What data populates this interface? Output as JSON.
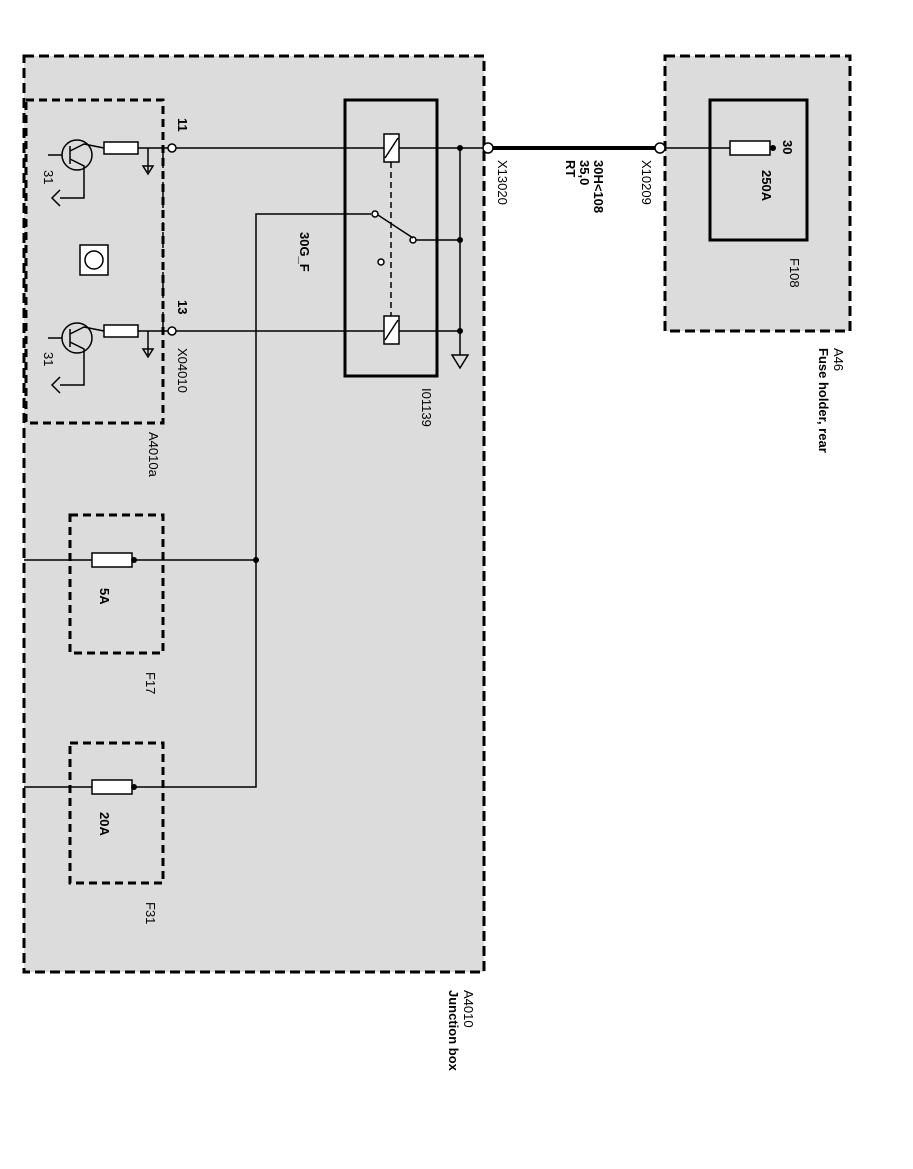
{
  "junction_box": {
    "id": "A4010",
    "name": "Junction box"
  },
  "fuse_holder": {
    "id": "A46",
    "name": "Fuse holder, rear"
  },
  "fuse_f108": {
    "id": "F108",
    "pin": "30",
    "rating": "250A"
  },
  "fuse_f17": {
    "id": "F17",
    "rating": "5A"
  },
  "fuse_f31": {
    "id": "F31",
    "rating": "20A"
  },
  "relay": {
    "id": "I01139",
    "terminal": "30G_F"
  },
  "sensor_module": {
    "id": "A4010a",
    "connector": "X04010",
    "pin_top": "11",
    "pin_bottom": "13",
    "ground_label": "31"
  },
  "connectors": {
    "left": "X13020",
    "right": "X10209"
  },
  "cable": {
    "line1": "30H<108",
    "line2": "35,0",
    "line3": "RT"
  }
}
